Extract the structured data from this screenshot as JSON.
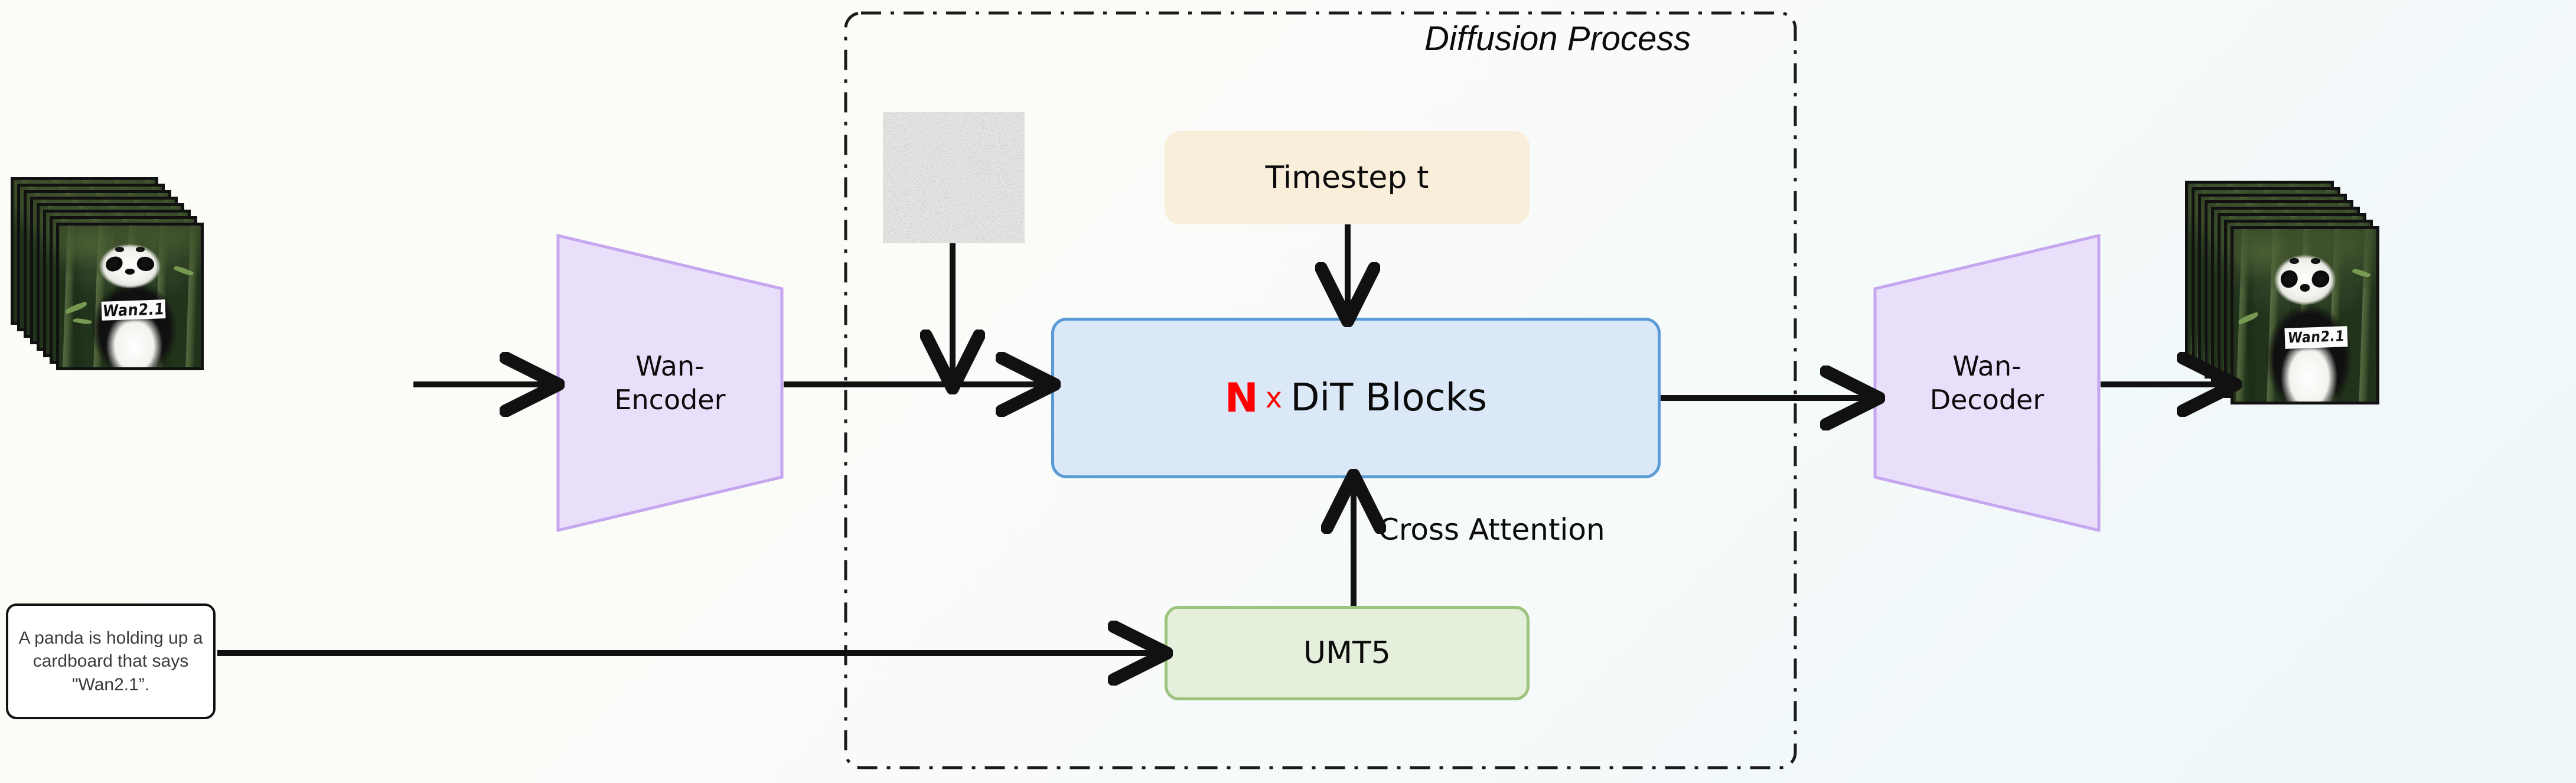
{
  "diagram": {
    "title_label": "Diffusion Process",
    "nodes": {
      "encoder": {
        "line1": "Wan-",
        "line2": "Encoder",
        "fill": "#e9dffb",
        "border": "#c6a6ee"
      },
      "decoder": {
        "line1": "Wan-",
        "line2": "Decoder",
        "fill": "#e9dffb",
        "border": "#c6a6ee"
      },
      "timestep": {
        "label": "Timestep t",
        "fill": "#f8eeda",
        "border": "#f8eeda"
      },
      "dit": {
        "prefix_n": "N",
        "prefix_x": "x",
        "label": "DiT Blocks",
        "fill": "#dbe8f8",
        "border": "#5b9bd5",
        "accent": "#ff0000"
      },
      "umt5": {
        "label": "UMT5",
        "fill": "#e4efdc",
        "border": "#9cc47f"
      }
    },
    "edges": {
      "cross_attention": "Cross Attention"
    },
    "prompt_box": {
      "line1": "A panda is holding up a",
      "line2": "cardboard that says \"Wan2.1”.",
      "fill": "#ffffff",
      "border": "#111111",
      "text_color": "#3a3a3a"
    },
    "input_frames": {
      "caption_on_sign": "Wan2.1",
      "frame_count": 8
    },
    "output_frames": {
      "caption_on_sign": "Wan2.1",
      "frame_count": 8
    },
    "noise_patch": {
      "name": "gaussian-noise-latent"
    },
    "background": {
      "from": "#fdfdf8",
      "to": "#edf7fa"
    }
  }
}
